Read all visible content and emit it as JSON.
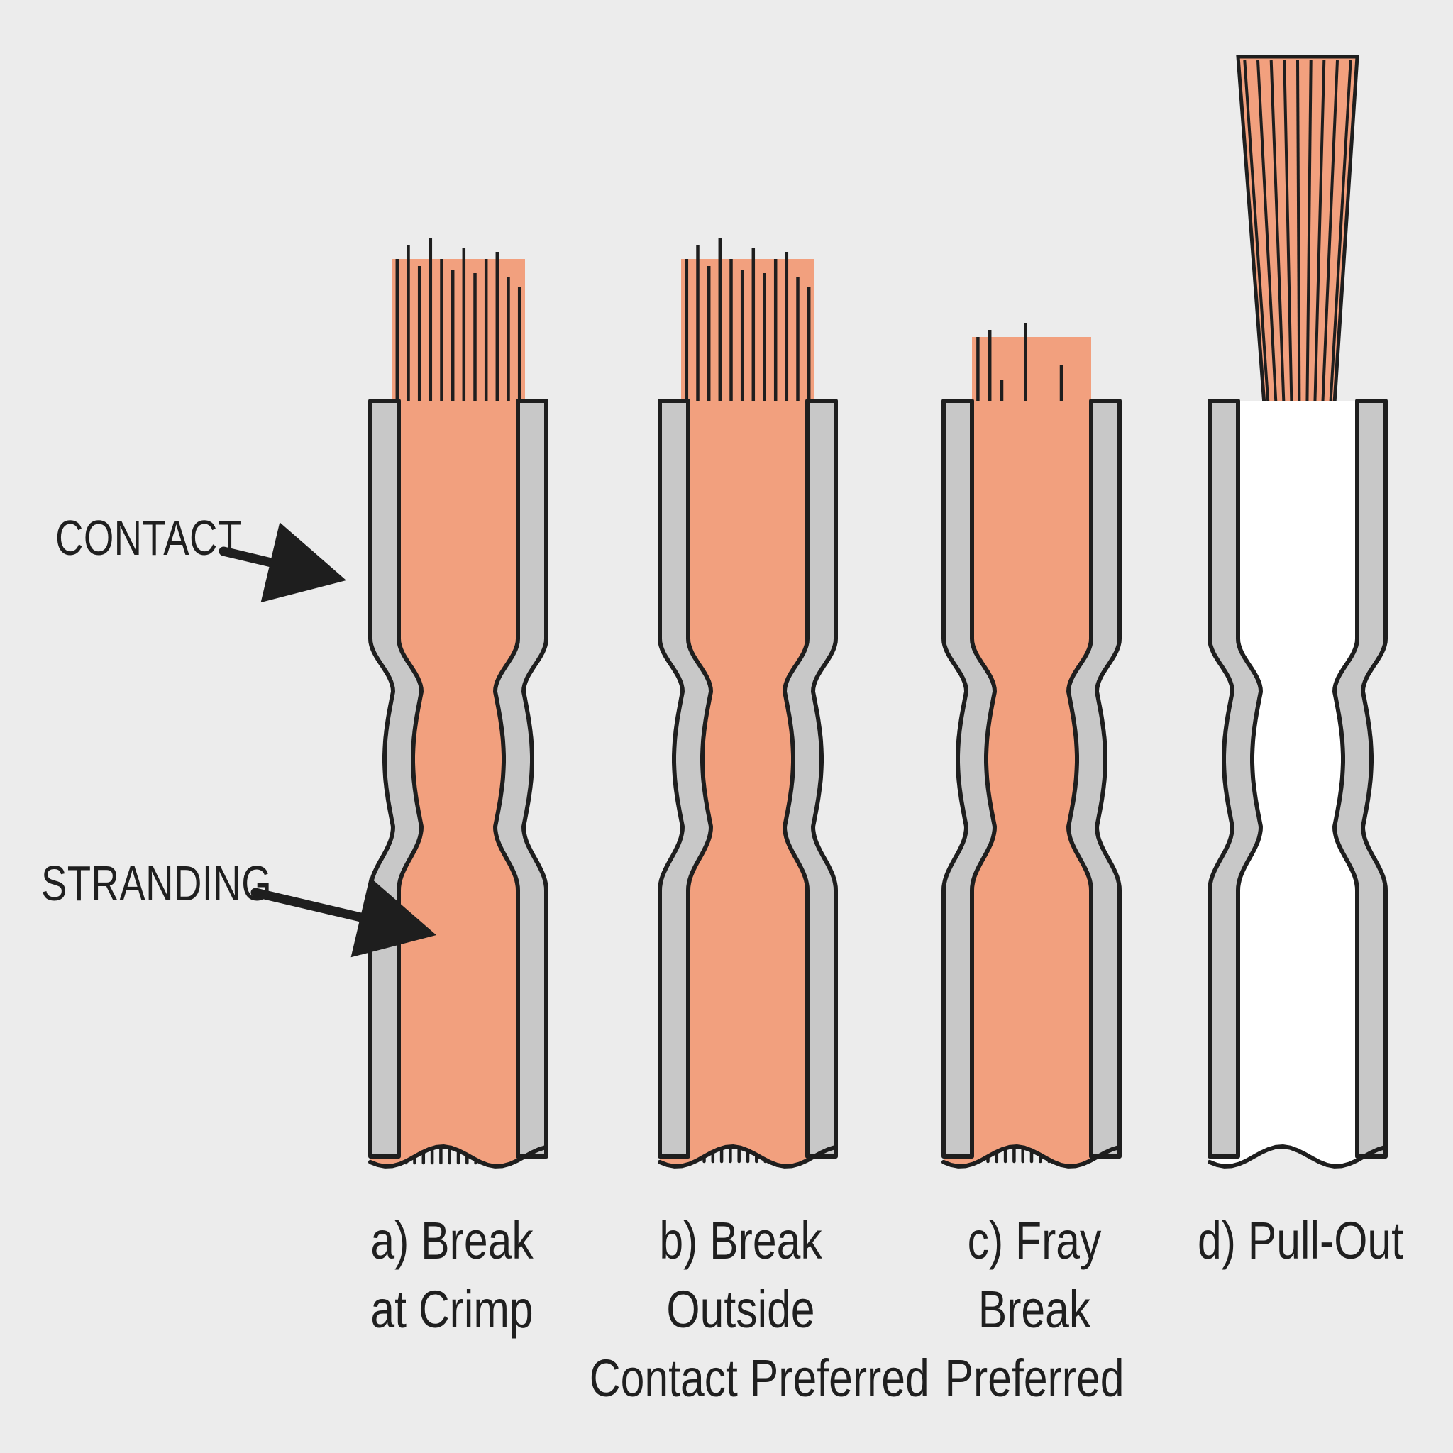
{
  "diagram": {
    "pointer_labels": {
      "contact": "CONTACT",
      "stranding": "STRANDING"
    },
    "captions": [
      {
        "id": "a",
        "lines": [
          "a) Break",
          "at Crimp"
        ]
      },
      {
        "id": "b",
        "lines": [
          "b) Break",
          "Outside",
          "Contact Preferred"
        ]
      },
      {
        "id": "c",
        "lines": [
          "c) Fray",
          "Break",
          "Preferred"
        ]
      },
      {
        "id": "d",
        "lines": [
          "d) Pull-Out"
        ]
      }
    ],
    "colors": {
      "background": "#ececec",
      "copper": "#f2a07e",
      "contact_metal": "#c8c8c8",
      "outline": "#1e1e1e",
      "inner_gap": "#ffffff"
    }
  }
}
